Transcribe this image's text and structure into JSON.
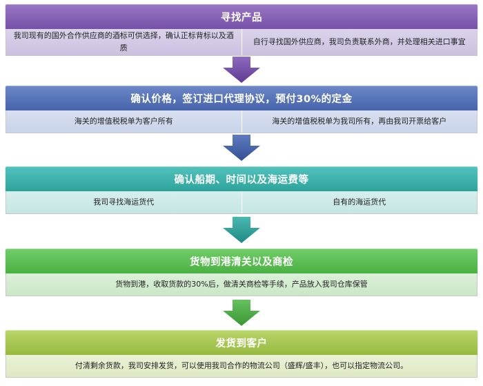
{
  "steps": [
    {
      "title": "寻找产品",
      "cells": [
        "我司现有的国外合作供应商的酒标可供选择，确认正标背标以及酒质",
        "自行寻找国外供应商，我司负责联系外商，并处理相关进口事宜"
      ]
    },
    {
      "title": "确认价格，签订进口代理协议，预付30%的定金",
      "cells": [
        "海关的增值税税单为客户所有",
        "海关的增值税税单为我司所有，再由我司开票给客户"
      ]
    },
    {
      "title": "确认船期、时间以及海运费等",
      "cells": [
        "我司寻找海运货代",
        "自有的海运货代"
      ]
    },
    {
      "title": "货物到港清关以及商检",
      "cells": [
        "货物到港，收取货款的30%后，做清关商检等手续，产品放入我司仓库保管"
      ]
    },
    {
      "title": "发货到客户",
      "cells": [
        "付清剩余货款，我司安排发货，可以使用我司合作的物流公司（盛辉/盛丰），也可以指定物流公司。"
      ]
    }
  ],
  "colors": {
    "step1": "#7551a8",
    "step2": "#4664ab",
    "step3": "#2ea39c",
    "step4": "#4ab043",
    "step5": "#97b93f"
  }
}
